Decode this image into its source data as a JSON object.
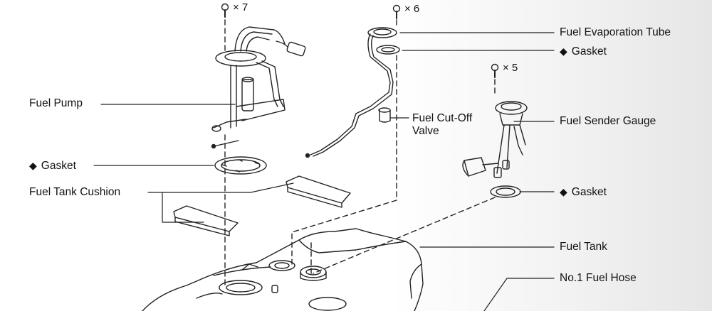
{
  "quantities": {
    "pump_screws": "× 7",
    "evap_screws": "× 6",
    "sender_screws": "× 5"
  },
  "labels": {
    "fuel_pump": "Fuel Pump",
    "gasket_left": "Gasket",
    "fuel_tank_cushion": "Fuel Tank Cushion",
    "fuel_evaporation_tube": "Fuel Evaporation Tube",
    "gasket_evap": "Gasket",
    "fuel_cut_off_valve_line1": "Fuel Cut-Off",
    "fuel_cut_off_valve_line2": "Valve",
    "fuel_sender_gauge": "Fuel Sender Gauge",
    "gasket_sender": "Gasket",
    "fuel_tank": "Fuel Tank",
    "no1_fuel_hose": "No.1 Fuel Hose"
  },
  "symbols": {
    "replace_marker": "◆"
  },
  "colors": {
    "line": "#222222",
    "background_right": "#e6e6e6"
  }
}
